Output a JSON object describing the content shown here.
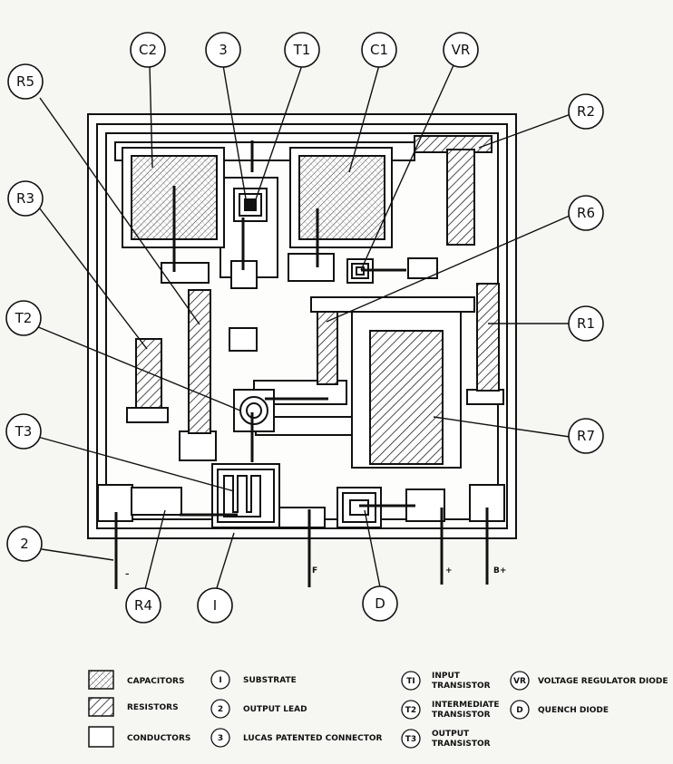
{
  "callouts": {
    "c2": "C2",
    "three": "3",
    "t1": "T1",
    "c1": "C1",
    "vr": "VR",
    "r5": "R5",
    "r2": "R2",
    "r3": "R3",
    "r6": "R6",
    "t2": "T2",
    "r1": "R1",
    "t3": "T3",
    "r7": "R7",
    "two": "2",
    "r4": "R4",
    "one": "I",
    "d": "D"
  },
  "pins": {
    "minus": "–",
    "f": "F",
    "plus": "+",
    "bplus": "B+"
  },
  "legend": {
    "capacitors": "CAPACITORS",
    "resistors": "RESISTORS",
    "conductors": "CONDUCTORS",
    "k1": "I",
    "substrate": "SUBSTRATE",
    "k2": "2",
    "output_lead": "OUTPUT LEAD",
    "k3": "3",
    "connector": "LUCAS PATENTED CONNECTOR",
    "kt1": "TI",
    "t1_l1": "INPUT",
    "t1_l2": "TRANSISTOR",
    "kt2": "T2",
    "t2_l1": "INTERMEDIATE",
    "t2_l2": "TRANSISTOR",
    "kt3": "T3",
    "t3_l1": "OUTPUT",
    "t3_l2": "TRANSISTOR",
    "kvr": "VR",
    "vr_text": "VOLTAGE REGULATOR DIODE",
    "kd": "D",
    "d_text": "QUENCH DIODE"
  }
}
